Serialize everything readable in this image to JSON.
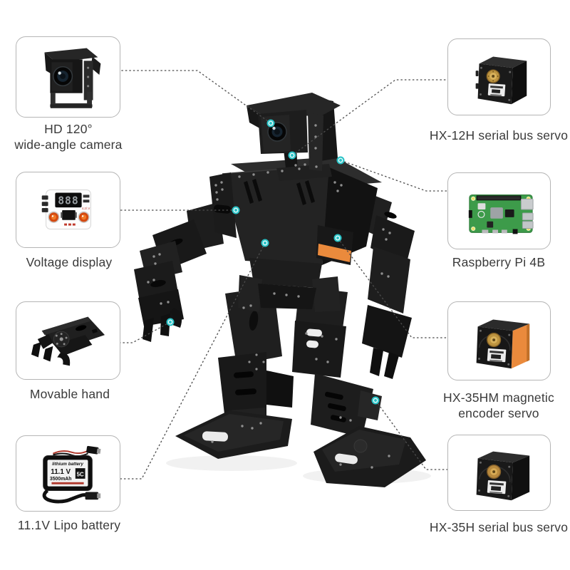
{
  "diagram_title": "humanoid robot parts callout diagram",
  "colors": {
    "accent_teal": "#27c2c6",
    "dashed_line": "#4d4d4d",
    "label_text": "#3a3a3a",
    "box_border": "#b5b5b5",
    "servo_orange": "#ea8a3c",
    "pi_green": "#3d9b4a",
    "robot_black": "#1f1f1f"
  },
  "callouts": {
    "left": [
      {
        "id": "hd-camera",
        "label_lines": [
          "HD 120°",
          "wide-angle camera"
        ]
      },
      {
        "id": "voltage-display",
        "label_lines": [
          "Voltage display"
        ]
      },
      {
        "id": "movable-hand",
        "label_lines": [
          "Movable hand"
        ]
      },
      {
        "id": "lipo-battery",
        "label_lines": [
          "11.1V Lipo battery"
        ]
      }
    ],
    "right": [
      {
        "id": "hx-12h-servo",
        "label_lines": [
          "HX-12H serial bus servo"
        ]
      },
      {
        "id": "raspberry-pi-4b",
        "label_lines": [
          "Raspberry Pi 4B"
        ]
      },
      {
        "id": "hx-35hm-servo",
        "label_lines": [
          "HX-35HM magnetic",
          "encoder servo"
        ]
      },
      {
        "id": "hx-35h-servo",
        "label_lines": [
          "HX-35H serial bus servo"
        ]
      }
    ]
  },
  "battery_label": {
    "brand": "lithium battery",
    "voltage": "11.1 V",
    "capacity": "3500mAh",
    "badge": "5C"
  },
  "voltage_display": {
    "digits": "888"
  }
}
